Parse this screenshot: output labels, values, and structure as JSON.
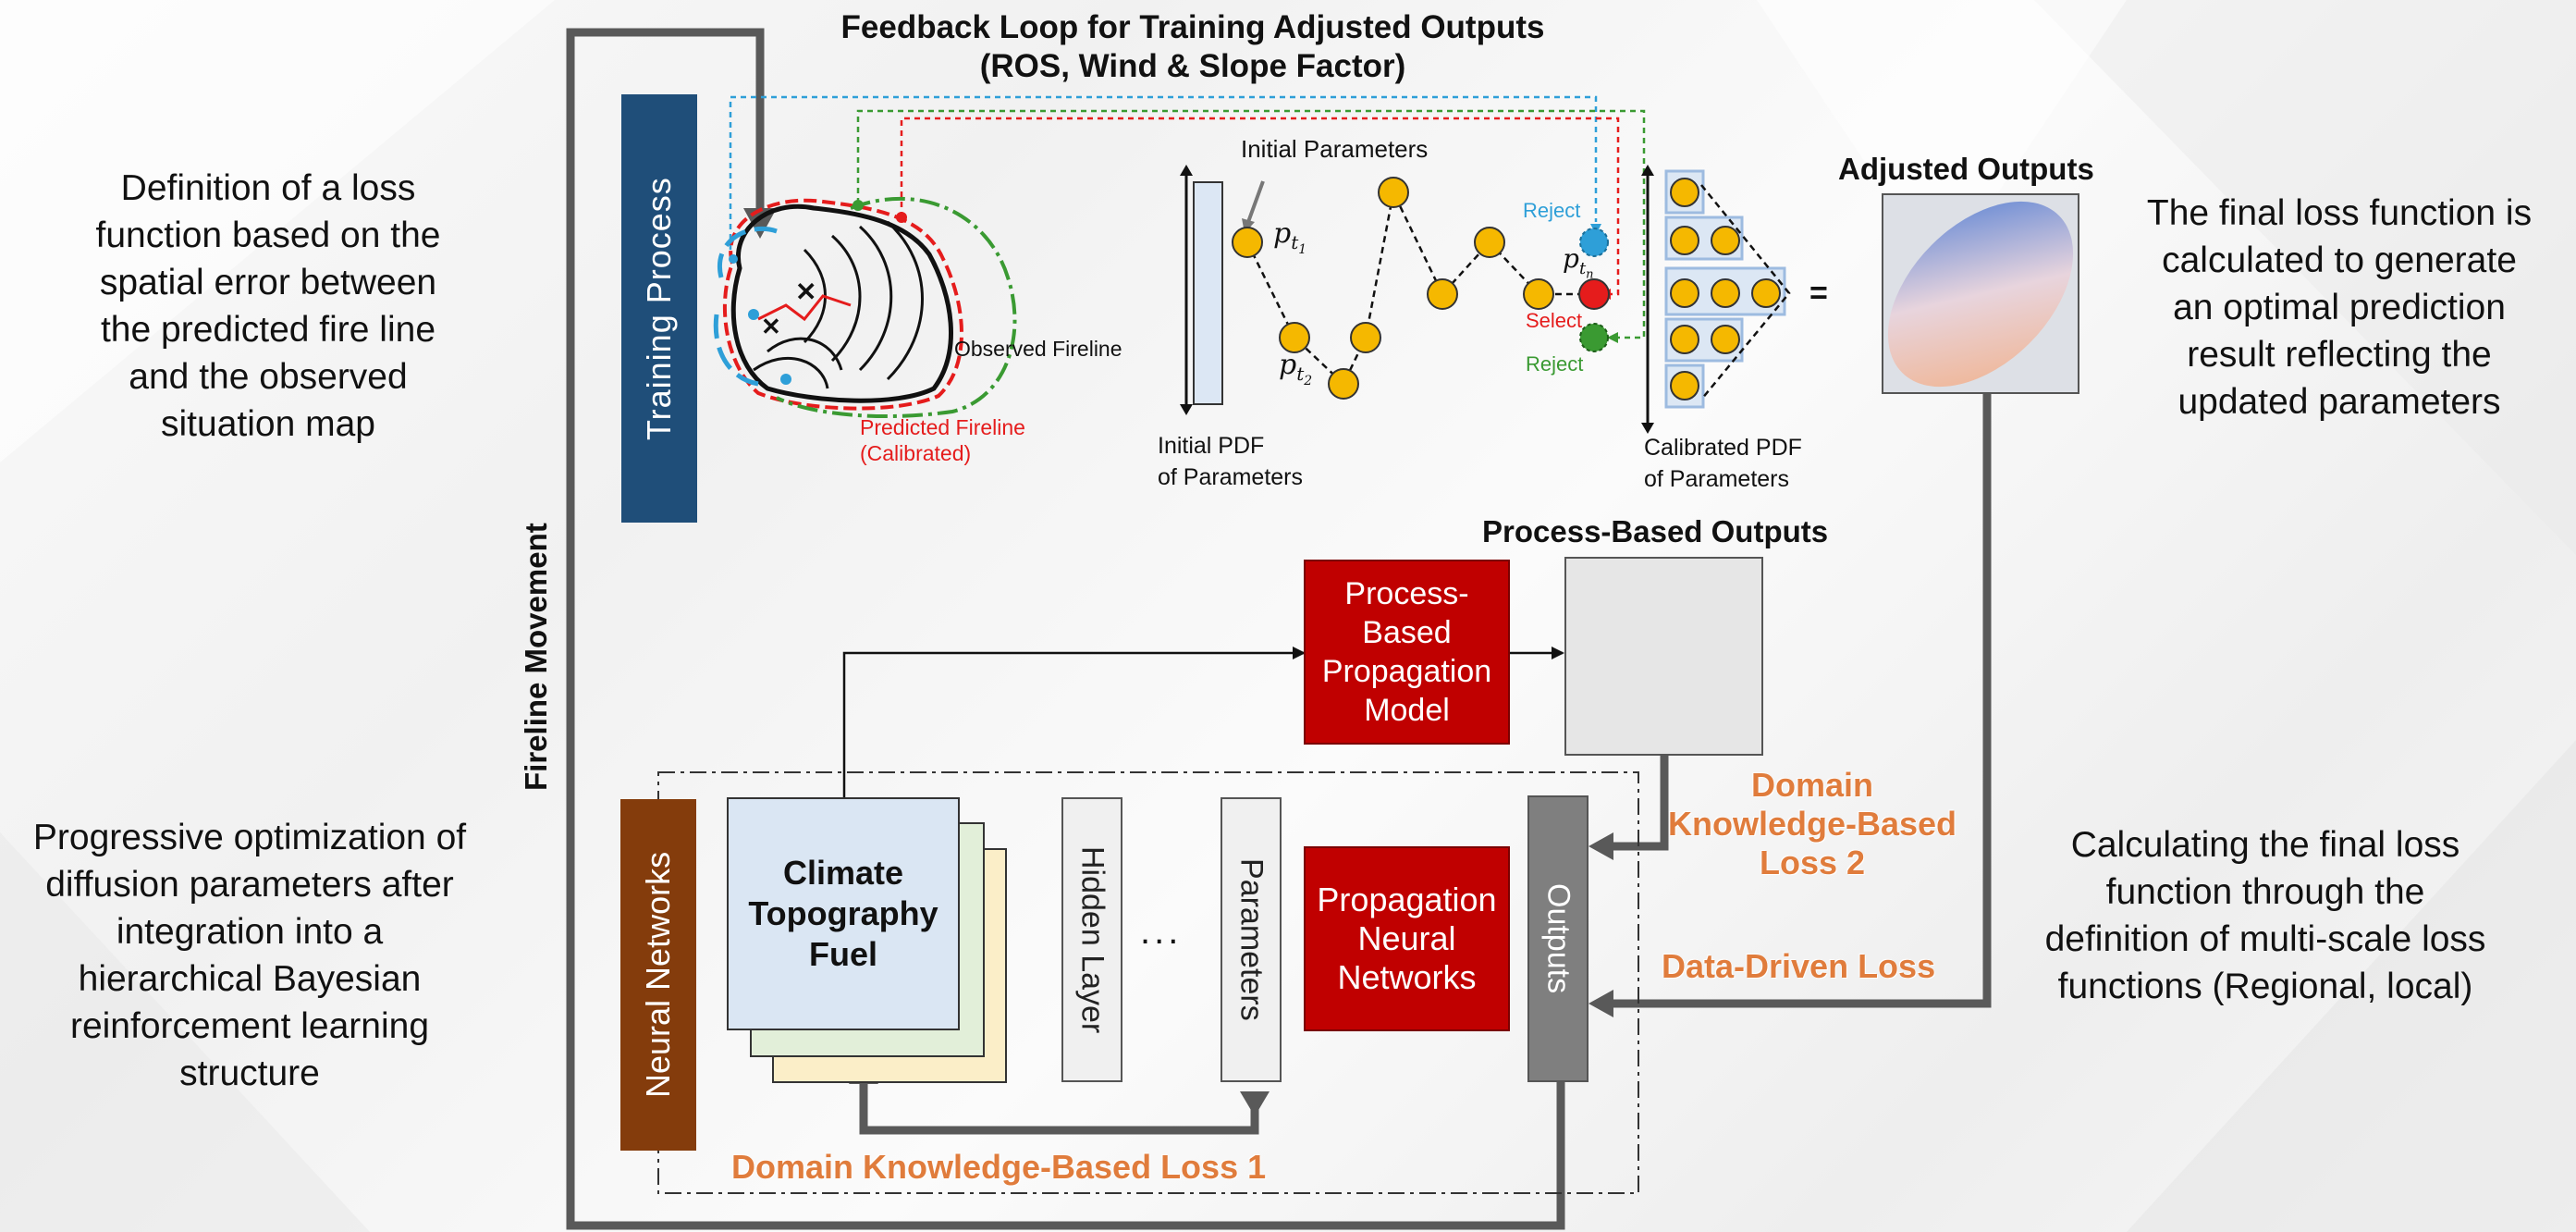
{
  "title": {
    "line1": "Feedback Loop for Training Adjusted Outputs",
    "line2": "(ROS, Wind & Slope Factor)"
  },
  "left_texts": {
    "top": "Definition of a loss\nfunction based on the\nspatial error between\nthe predicted fire line\nand the observed\nsituation map",
    "bottom": "Progressive optimization of\ndiffusion parameters after\nintegration into a\nhierarchical Bayesian\nreinforcement learning\nstructure"
  },
  "right_texts": {
    "top": "The final loss function is\ncalculated to generate\nan optimal prediction\nresult reflecting the\nupdated parameters",
    "bottom": "Calculating the final loss\nfunction through the\ndefinition of multi-scale loss\nfunctions (Regional, local)"
  },
  "fireline_movement": "Fireline Movement",
  "training_process": "Training Process",
  "fire_map": {
    "observed": "Observed Fireline",
    "predicted_line1": "Predicted Fireline",
    "predicted_line2": "(Calibrated)"
  },
  "parameter_chain": {
    "initial_parameters": "Initial Parameters",
    "pt1": "p",
    "pt1_sub": "t",
    "pt1_subsub": "1",
    "pt2": "p",
    "pt2_sub": "t",
    "pt2_subsub": "2",
    "ptn": "p",
    "ptn_sub": "t",
    "ptn_subsub": "n",
    "reject_top": "Reject",
    "select": "Select",
    "reject_bottom": "Reject",
    "initial_pdf_line1": "Initial PDF",
    "initial_pdf_line2": "of Parameters",
    "calibrated_pdf_line1": "Calibrated PDF",
    "calibrated_pdf_line2": "of Parameters",
    "equals": "="
  },
  "adjusted_outputs": "Adjusted Outputs",
  "process_based_outputs": "Process-Based Outputs",
  "process_model": "Process-\nBased\nPropagation\nModel",
  "neural_networks": "Neural Networks",
  "inputs_box": "Climate\nTopography\nFuel",
  "hidden_layer": "Hidden Layer",
  "ellipsis": "...",
  "parameters": "Parameters",
  "propagation_nn": "Propagation\nNeural\nNetworks",
  "outputs": "Outputs",
  "losses": {
    "domain_loss2": "Domain\nKnowledge-Based\nLoss 2",
    "data_driven": "Data-Driven Loss",
    "domain_loss1": "Domain Knowledge-Based Loss 1"
  },
  "colors": {
    "navy": "#1f4e79",
    "dark_red": "#c00000",
    "brown": "#843c0c",
    "gray": "#7f7f7f",
    "orange_text": "#e07c3c",
    "node_yellow": "#f5b800",
    "reject_blue": "#2e9fd8",
    "select_red": "#e51c1c",
    "reject_green": "#3a9a32"
  }
}
